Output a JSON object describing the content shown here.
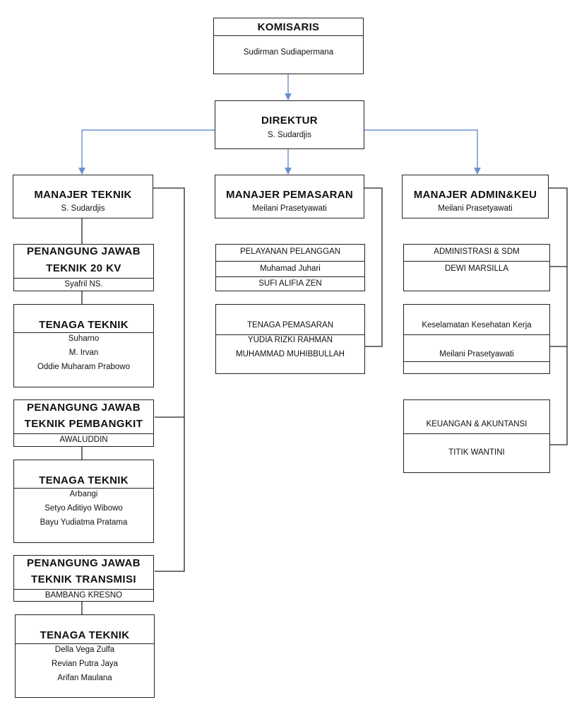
{
  "komisaris": {
    "title": "KOMISARIS",
    "name": "Sudirman Sudiapermana"
  },
  "direktur": {
    "title": "DIREKTUR",
    "name": "S. Sudardjis"
  },
  "manajer_teknik": {
    "title": "MANAJER TEKNIK",
    "name": "S. Sudardjis"
  },
  "manajer_pemasaran": {
    "title": "MANAJER PEMASARAN",
    "name": "Meilani Prasetyawati"
  },
  "manajer_admin": {
    "title": "MANAJER ADMIN&KEU",
    "name": "Meilani Prasetyawati"
  },
  "pj_20kv": {
    "line1": "PENANGUNG JAWAB",
    "line2": "TEKNIK  20 KV",
    "name": "Syafril NS."
  },
  "tenaga_teknik_1": {
    "title": "TENAGA TEKNIK",
    "members": [
      "Suharno",
      "M. Irvan",
      "Oddie Muharam Prabowo"
    ]
  },
  "pj_pembangkit": {
    "line1": "PENANGUNG JAWAB",
    "line2": "TEKNIK PEMBANGKIT",
    "name": "AWALUDDIN"
  },
  "tenaga_teknik_2": {
    "title": "TENAGA TEKNIK",
    "members": [
      "Arbangi",
      "Setyo Aditiyo Wibowo",
      "Bayu Yudiatma Pratama"
    ]
  },
  "pj_transmisi": {
    "line1": "PENANGUNG JAWAB",
    "line2": "TEKNIK TRANSMISI",
    "name": "BAMBANG KRESNO"
  },
  "tenaga_teknik_3": {
    "title": "TENAGA TEKNIK",
    "members": [
      "Della Vega Zulfa",
      "Revian Putra Jaya",
      "Arifan Maulana"
    ]
  },
  "pelayanan": {
    "title": "PELAYANAN PELANGGAN",
    "members": [
      "Muhamad Juhari",
      "SUFI ALIFIA ZEN"
    ]
  },
  "tenaga_pemasaran": {
    "title": "TENAGA  PEMASARAN",
    "members": [
      "YUDIA RIZKI RAHMAN",
      "MUHAMMAD MUHIBBULLAH"
    ]
  },
  "admin_sdm": {
    "title": "ADMINISTRASI & SDM",
    "name": "DEWI MARSILLA"
  },
  "k3": {
    "title": "Keselamatan Kesehatan Kerja",
    "name": "Meilani Prasetyawati"
  },
  "keuangan": {
    "title": "KEUANGAN & AKUNTANSI",
    "name": "TITIK WANTINI"
  },
  "colors": {
    "arrow": "#6a8fd0",
    "line": "#222222"
  }
}
